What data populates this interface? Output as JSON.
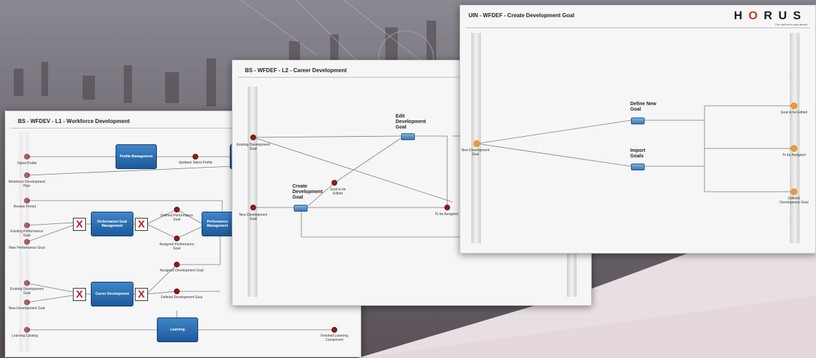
{
  "colors": {
    "event": "#8c1b1b",
    "event_orange": "#f39a2b",
    "box": "#2a6bb0"
  },
  "panel1": {
    "title": "BS - WFDEV - L1 - Workforce Development",
    "boxes": {
      "profile": "Profile Management",
      "perf_goal": "Performance Goal Management",
      "perf_mgmt": "Performance Management",
      "career": "Career Development",
      "learning": "Learning"
    },
    "events": {
      "talent_profile": "Talent Profile",
      "workforce_plan": "Workforce Development Plan",
      "review_period": "Review Period",
      "existing_perf_goal": "Existing Performance Goal",
      "new_perf_goal": "New Performance Goal",
      "existing_dev_goal": "Existing Development Goal",
      "new_dev_goal": "New Development Goal",
      "learning_catalog": "Learning Catalog",
      "updated_talent": "Updated Talent Profile",
      "defined_perf_goal": "Defined Performance Goal",
      "assigned_perf_goal": "Assigned Performance Goal",
      "assigned_dev_goal": "Assigned Development Goal",
      "defined_dev_goal": "Defined Development Goal",
      "finished_learning": "Finished Learning Component"
    }
  },
  "panel2": {
    "title": "BS - WFDEF - L2 - Career Development",
    "boxes": {
      "edit": "Edit Development Goal",
      "create": "Create Development Goal"
    },
    "events": {
      "existing": "Existing Development Goal",
      "new": "New Development Goal",
      "to_be_edited": "Goal to be Edited",
      "to_be_assigned": "To be Assigned"
    }
  },
  "panel3": {
    "title": "UIN - WFDEF - Create Development Goal",
    "logo": "HORUS",
    "tagline": "The method to stay ahead",
    "boxes": {
      "define": "Define New Goal",
      "import": "Import Goals"
    },
    "events": {
      "new": "New Development Goal",
      "to_be_edited": "Goal to be Edited",
      "to_be_assigned": "To be Assigned",
      "defined": "Defined Development Goal"
    }
  }
}
